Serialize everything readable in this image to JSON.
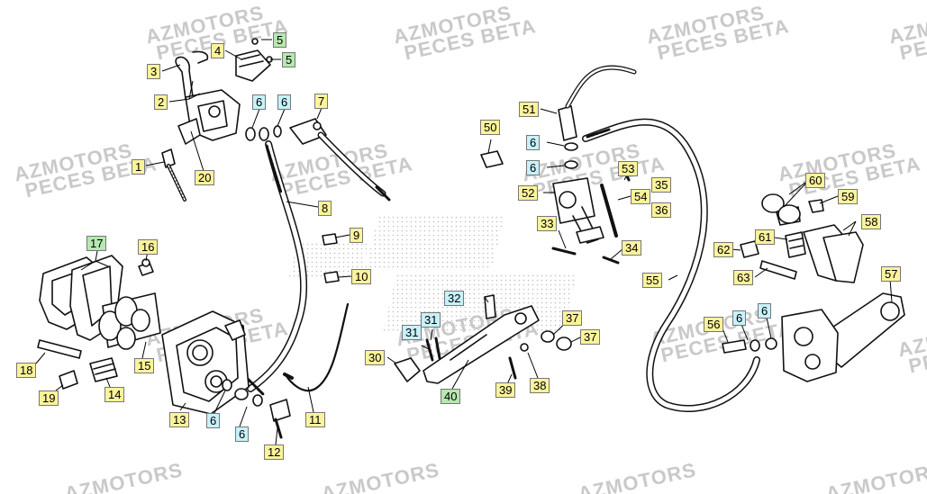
{
  "watermark": {
    "line1": "AZMOTORS",
    "line2": "PECES BETA"
  },
  "colors": {
    "yellow": "#fbf39b",
    "cyan": "#c7f1fb",
    "green": "#b6e8b0"
  },
  "callouts": [
    {
      "id": "c5a",
      "text": "5",
      "color": "green"
    },
    {
      "id": "c5b",
      "text": "5",
      "color": "green"
    },
    {
      "id": "c4",
      "text": "4",
      "color": "yellow"
    },
    {
      "id": "c3",
      "text": "3",
      "color": "yellow"
    },
    {
      "id": "c2",
      "text": "2",
      "color": "yellow"
    },
    {
      "id": "c6a",
      "text": "6",
      "color": "cyan"
    },
    {
      "id": "c6b",
      "text": "6",
      "color": "cyan"
    },
    {
      "id": "c7",
      "text": "7",
      "color": "yellow"
    },
    {
      "id": "c1",
      "text": "1",
      "color": "yellow"
    },
    {
      "id": "c20",
      "text": "20",
      "color": "yellow"
    },
    {
      "id": "c8",
      "text": "8",
      "color": "yellow"
    },
    {
      "id": "c9",
      "text": "9",
      "color": "yellow"
    },
    {
      "id": "c10",
      "text": "10",
      "color": "yellow"
    },
    {
      "id": "c11",
      "text": "11",
      "color": "yellow"
    },
    {
      "id": "c12",
      "text": "12",
      "color": "yellow"
    },
    {
      "id": "c6c",
      "text": "6",
      "color": "cyan"
    },
    {
      "id": "c6d",
      "text": "6",
      "color": "cyan"
    },
    {
      "id": "c13",
      "text": "13",
      "color": "yellow"
    },
    {
      "id": "c17",
      "text": "17",
      "color": "green"
    },
    {
      "id": "c16",
      "text": "16",
      "color": "yellow"
    },
    {
      "id": "c15",
      "text": "15",
      "color": "yellow"
    },
    {
      "id": "c18",
      "text": "18",
      "color": "yellow"
    },
    {
      "id": "c19",
      "text": "19",
      "color": "yellow"
    },
    {
      "id": "c14",
      "text": "14",
      "color": "yellow"
    },
    {
      "id": "c51",
      "text": "51",
      "color": "yellow"
    },
    {
      "id": "c50",
      "text": "50",
      "color": "yellow"
    },
    {
      "id": "c6e",
      "text": "6",
      "color": "cyan"
    },
    {
      "id": "c6f",
      "text": "6",
      "color": "cyan"
    },
    {
      "id": "c53",
      "text": "53",
      "color": "yellow"
    },
    {
      "id": "c52",
      "text": "52",
      "color": "yellow"
    },
    {
      "id": "c54",
      "text": "54",
      "color": "yellow"
    },
    {
      "id": "c35",
      "text": "35",
      "color": "yellow"
    },
    {
      "id": "c36",
      "text": "36",
      "color": "yellow"
    },
    {
      "id": "c33",
      "text": "33",
      "color": "yellow"
    },
    {
      "id": "c34",
      "text": "34",
      "color": "yellow"
    },
    {
      "id": "c32",
      "text": "32",
      "color": "cyan"
    },
    {
      "id": "c31a",
      "text": "31",
      "color": "cyan"
    },
    {
      "id": "c31b",
      "text": "31",
      "color": "cyan"
    },
    {
      "id": "c30",
      "text": "30",
      "color": "yellow"
    },
    {
      "id": "c40",
      "text": "40",
      "color": "green"
    },
    {
      "id": "c39",
      "text": "39",
      "color": "yellow"
    },
    {
      "id": "c38",
      "text": "38",
      "color": "yellow"
    },
    {
      "id": "c37a",
      "text": "37",
      "color": "yellow"
    },
    {
      "id": "c37b",
      "text": "37",
      "color": "yellow"
    },
    {
      "id": "c55",
      "text": "55",
      "color": "yellow"
    },
    {
      "id": "c56",
      "text": "56",
      "color": "yellow"
    },
    {
      "id": "c6g",
      "text": "6",
      "color": "cyan"
    },
    {
      "id": "c6h",
      "text": "6",
      "color": "cyan"
    },
    {
      "id": "c57",
      "text": "57",
      "color": "yellow"
    },
    {
      "id": "c60",
      "text": "60",
      "color": "yellow"
    },
    {
      "id": "c59",
      "text": "59",
      "color": "yellow"
    },
    {
      "id": "c58",
      "text": "58",
      "color": "yellow"
    },
    {
      "id": "c61",
      "text": "61",
      "color": "yellow"
    },
    {
      "id": "c62",
      "text": "62",
      "color": "yellow"
    },
    {
      "id": "c63",
      "text": "63",
      "color": "yellow"
    }
  ]
}
